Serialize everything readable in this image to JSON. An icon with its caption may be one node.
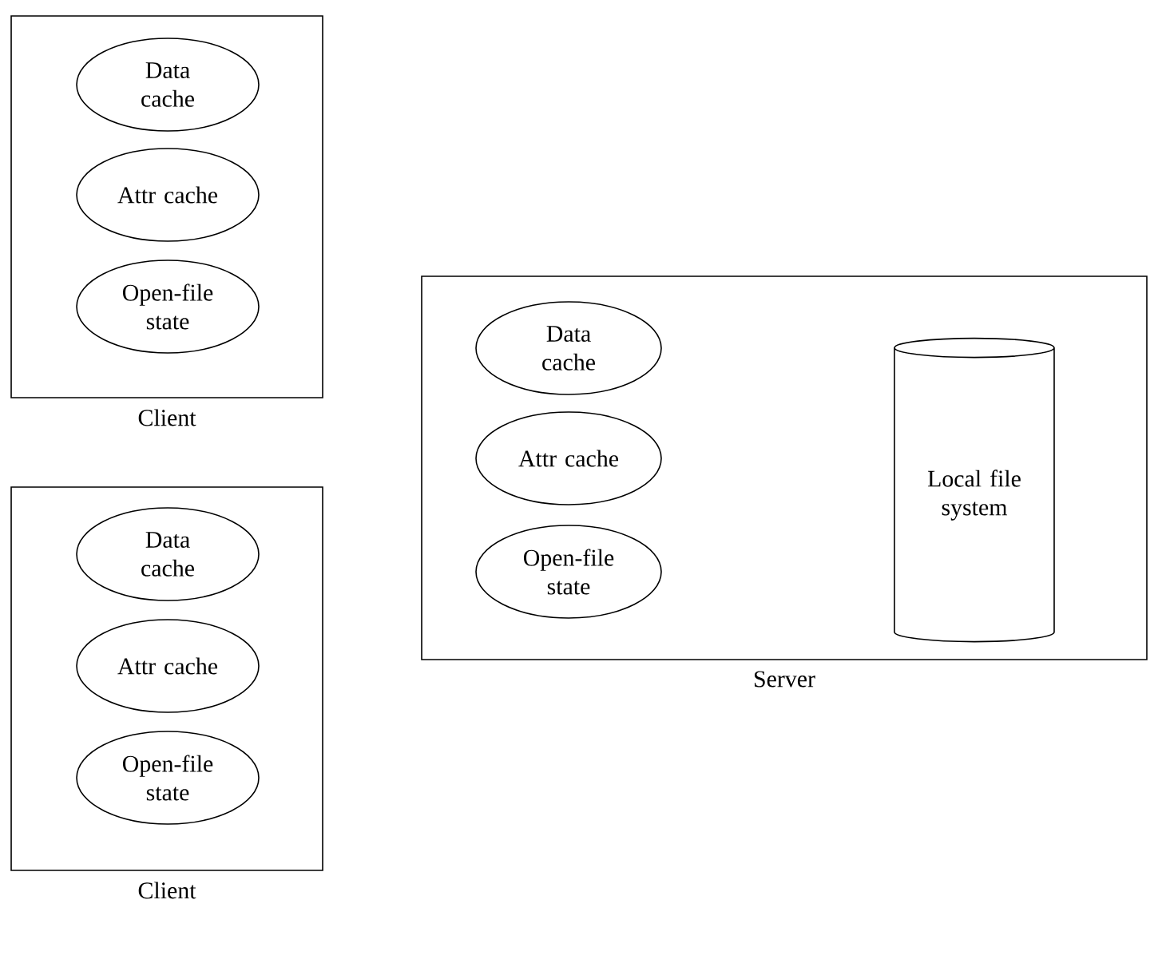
{
  "diagram": {
    "nodes": [
      {
        "text": [
          "Client"
        ]
      },
      {
        "text": [
          "Data cache"
        ],
        "in": 0
      },
      {
        "text": [
          "Attr cache"
        ],
        "in": 0
      },
      {
        "text": [
          "Open-file state"
        ],
        "in": 0
      },
      {
        "text": [
          "Client"
        ]
      },
      {
        "text": [
          "Data cache"
        ],
        "in": 4
      },
      {
        "text": [
          "Attr cache"
        ],
        "in": 4
      },
      {
        "text": [
          "Open-file state"
        ],
        "in": 4
      },
      {
        "text": [
          "Server"
        ]
      },
      {
        "text": [
          "Data cache"
        ],
        "in": 8
      },
      {
        "text": [
          "Attr cache"
        ],
        "in": 8
      },
      {
        "text": [
          "Open-file state"
        ],
        "in": 8
      },
      {
        "text": [
          "Local file system"
        ],
        "in": 8
      }
    ]
  }
}
